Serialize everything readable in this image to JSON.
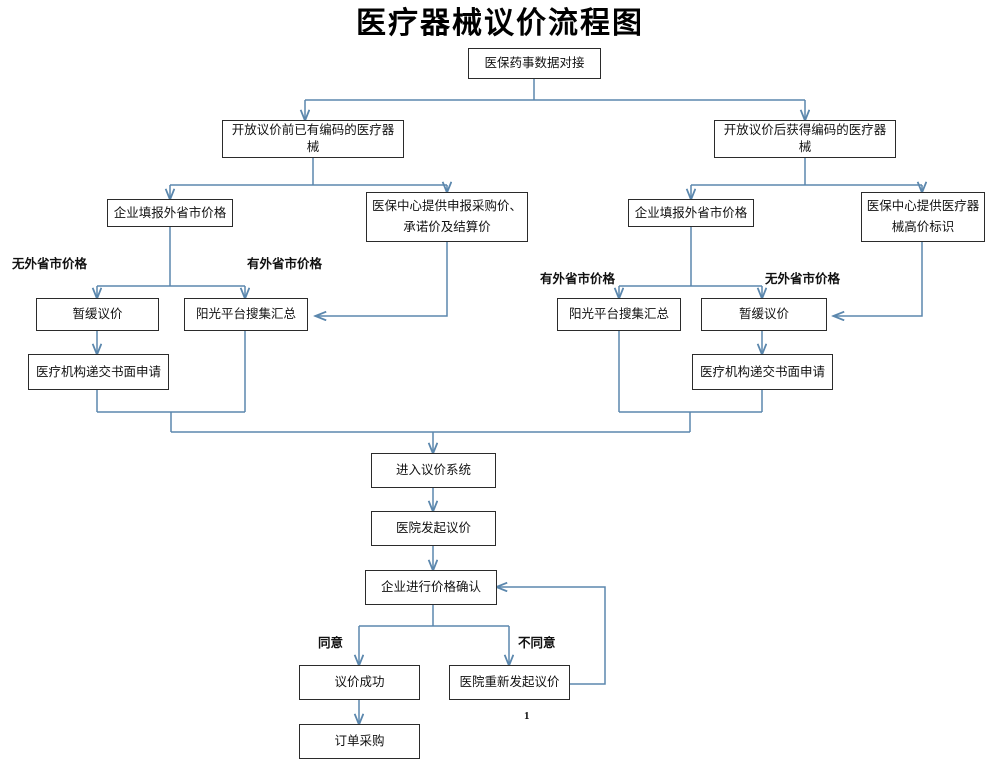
{
  "document": {
    "title": "医疗器械议价流程图",
    "page_number": "1"
  },
  "colors": {
    "connector": "#5b87ad",
    "box_border": "#2b2b2b",
    "box_fill": "#ffffff",
    "text": "#111111",
    "background": "#ffffff"
  },
  "nodes": {
    "start": {
      "label": "医保药事数据对接"
    },
    "branch_left": {
      "label": "开放议价前已有编码的医疗器械"
    },
    "branch_right": {
      "label": "开放议价后获得编码的医疗器械"
    },
    "left_enterprise_report": {
      "label": "企业填报外省市价格"
    },
    "left_insurance_center": {
      "label": "医保中心提供申报采购价、承诺价及结算价"
    },
    "left_suspend": {
      "label": "暂缓议价"
    },
    "left_sunshine": {
      "label": "阳光平台搜集汇总"
    },
    "left_written_application": {
      "label": "医疗机构递交书面申请"
    },
    "right_enterprise_report": {
      "label": "企业填报外省市价格"
    },
    "right_insurance_center": {
      "label": "医保中心提供医疗器械高价标识"
    },
    "right_sunshine": {
      "label": "阳光平台搜集汇总"
    },
    "right_suspend": {
      "label": "暂缓议价"
    },
    "right_written_application": {
      "label": "医疗机构递交书面申请"
    },
    "enter_system": {
      "label": "进入议价系统"
    },
    "hospital_initiate": {
      "label": "医院发起议价"
    },
    "enterprise_confirm": {
      "label": "企业进行价格确认"
    },
    "negotiation_success": {
      "label": "议价成功"
    },
    "hospital_reinitiate": {
      "label": "医院重新发起议价"
    },
    "order_purchase": {
      "label": "订单采购"
    }
  },
  "edge_labels": {
    "left_no_price": "无外省市价格",
    "left_has_price": "有外省市价格",
    "right_has_price": "有外省市价格",
    "right_no_price": "无外省市价格",
    "agree": "同意",
    "disagree": "不同意"
  }
}
